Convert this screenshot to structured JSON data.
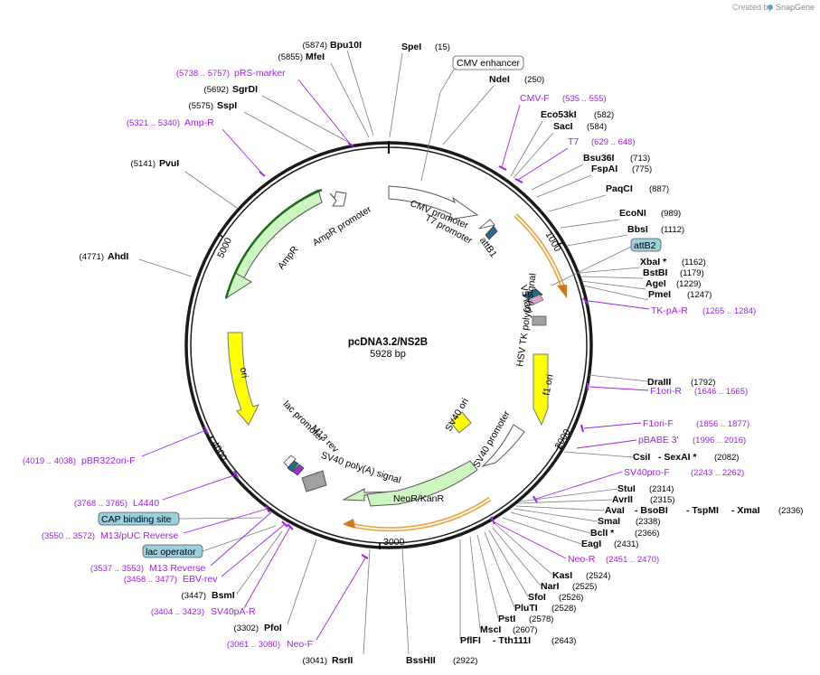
{
  "credit": {
    "text": "Created by",
    "brand": "SnapGene"
  },
  "plasmid": {
    "name": "pcDNA3.2/NS2B",
    "length": "5928 bp"
  },
  "ticks": [
    "1000",
    "2000",
    "3000",
    "4000",
    "5000"
  ],
  "enzymes": [
    {
      "name": "Bpu10I",
      "pos": "(5874)"
    },
    {
      "name": "SpeI",
      "pos": "(15)"
    },
    {
      "name": "MfeI",
      "pos": "(5855)"
    },
    {
      "name": "NdeI",
      "pos": "(250)"
    },
    {
      "name": "SgrDI",
      "pos": "(5692)"
    },
    {
      "name": "SspI",
      "pos": "(5575)"
    },
    {
      "name": "Eco53kI",
      "pos": "(582)"
    },
    {
      "name": "SacI",
      "pos": "(584)"
    },
    {
      "name": "PvuI",
      "pos": "(5141)"
    },
    {
      "name": "Bsu36I",
      "pos": "(713)"
    },
    {
      "name": "FspAI",
      "pos": "(775)"
    },
    {
      "name": "PaqCI",
      "pos": "(887)"
    },
    {
      "name": "AhdI",
      "pos": "(4771)"
    },
    {
      "name": "EcoNI",
      "pos": "(989)"
    },
    {
      "name": "BbsI",
      "pos": "(1112)"
    },
    {
      "name": "XbaI *",
      "pos": "(1162)"
    },
    {
      "name": "BstBI",
      "pos": "(1179)"
    },
    {
      "name": "AgeI",
      "pos": "(1229)"
    },
    {
      "name": "PmeI",
      "pos": "(1247)"
    },
    {
      "name": "DraIII",
      "pos": "(1792)"
    },
    {
      "name": "CsiI",
      "pos": ""
    },
    {
      "name": "- SexAI *",
      "pos": "(2082)"
    },
    {
      "name": "StuI",
      "pos": "(2314)"
    },
    {
      "name": "AvrII",
      "pos": "(2315)"
    },
    {
      "name": "AvaI",
      "pos": ""
    },
    {
      "name": "- BsoBI",
      "pos": ""
    },
    {
      "name": "- TspMI",
      "pos": ""
    },
    {
      "name": "- XmaI",
      "pos": "(2336)"
    },
    {
      "name": "SmaI",
      "pos": "(2338)"
    },
    {
      "name": "BclI *",
      "pos": "(2366)"
    },
    {
      "name": "EagI",
      "pos": "(2431)"
    },
    {
      "name": "KasI",
      "pos": "(2524)"
    },
    {
      "name": "NarI",
      "pos": "(2525)"
    },
    {
      "name": "SfoI",
      "pos": "(2526)"
    },
    {
      "name": "PluTI",
      "pos": "(2528)"
    },
    {
      "name": "PstI",
      "pos": "(2578)"
    },
    {
      "name": "MscI",
      "pos": "(2607)"
    },
    {
      "name": "PflFI",
      "pos": ""
    },
    {
      "name": "- Tth111I",
      "pos": "(2643)"
    },
    {
      "name": "BssHII",
      "pos": "(2922)"
    },
    {
      "name": "RsrII",
      "pos": "(3041)"
    },
    {
      "name": "PfoI",
      "pos": "(3302)"
    },
    {
      "name": "BsmI",
      "pos": "(3447)"
    }
  ],
  "primers": [
    {
      "name": "pRS-marker",
      "range": "(5738 .. 5757)"
    },
    {
      "name": "Amp-R",
      "range": "(5321 .. 5340)"
    },
    {
      "name": "CMV-F",
      "range": "(535 .. 555)"
    },
    {
      "name": "T7",
      "range": "(629 .. 648)"
    },
    {
      "name": "TK-pA-R",
      "range": "(1265 .. 1284)"
    },
    {
      "name": "F1ori-R",
      "range": "(1646 .. 1665)"
    },
    {
      "name": "F1ori-F",
      "range": "(1856 .. 1877)"
    },
    {
      "name": "pBABE 3'",
      "range": "(1996 .. 2016)"
    },
    {
      "name": "SV40pro-F",
      "range": "(2243 .. 2262)"
    },
    {
      "name": "Neo-R",
      "range": "(2451 .. 2470)"
    },
    {
      "name": "pBR322ori-F",
      "range": "(4019 .. 4038)"
    },
    {
      "name": "L4440",
      "range": "(3768 .. 3785)"
    },
    {
      "name": "M13/pUC Reverse",
      "range": "(3550 .. 3572)"
    },
    {
      "name": "M13 Reverse",
      "range": "(3537 .. 3553)"
    },
    {
      "name": "EBV-rev",
      "range": "(3458 .. 3477)"
    },
    {
      "name": "SV40pA-R",
      "range": "(3404 .. 3423)"
    },
    {
      "name": "Neo-F",
      "range": "(3061 .. 3080)"
    }
  ],
  "boxed_labels": {
    "cmv_enhancer": "CMV enhancer",
    "attb2": "attB2",
    "cap_site": "CAP binding site",
    "lac_operator": "lac operator"
  },
  "features": {
    "cmv_promoter": "CMV promoter",
    "t7_promoter": "T7 promoter",
    "attb1": "attB1",
    "v5_tag": "V5 tag",
    "hsv_tk": "HSV TK poly(A) signal",
    "f1_ori": "f1 ori",
    "sv40_ori": "SV40 ori",
    "sv40_promoter": "SV40 promoter",
    "neo": "NeoR/KanR",
    "sv40_polya": "SV40 poly(A) signal",
    "m13_rev": "M13 rev",
    "lac_promoter": "lac promoter",
    "ori": "ori",
    "ampr": "AmpR",
    "ampr_promoter": "AmpR promoter"
  },
  "colors": {
    "backbone": "#1a1a1a",
    "primer": "#a020f0",
    "ori": "#ffff00",
    "ampr": "#ccf5c0",
    "neo": "#ccf5c0",
    "orf_outline": "#e8a040",
    "boxed": "#9ccfdc",
    "lac_operator": "#9ccfdc"
  }
}
